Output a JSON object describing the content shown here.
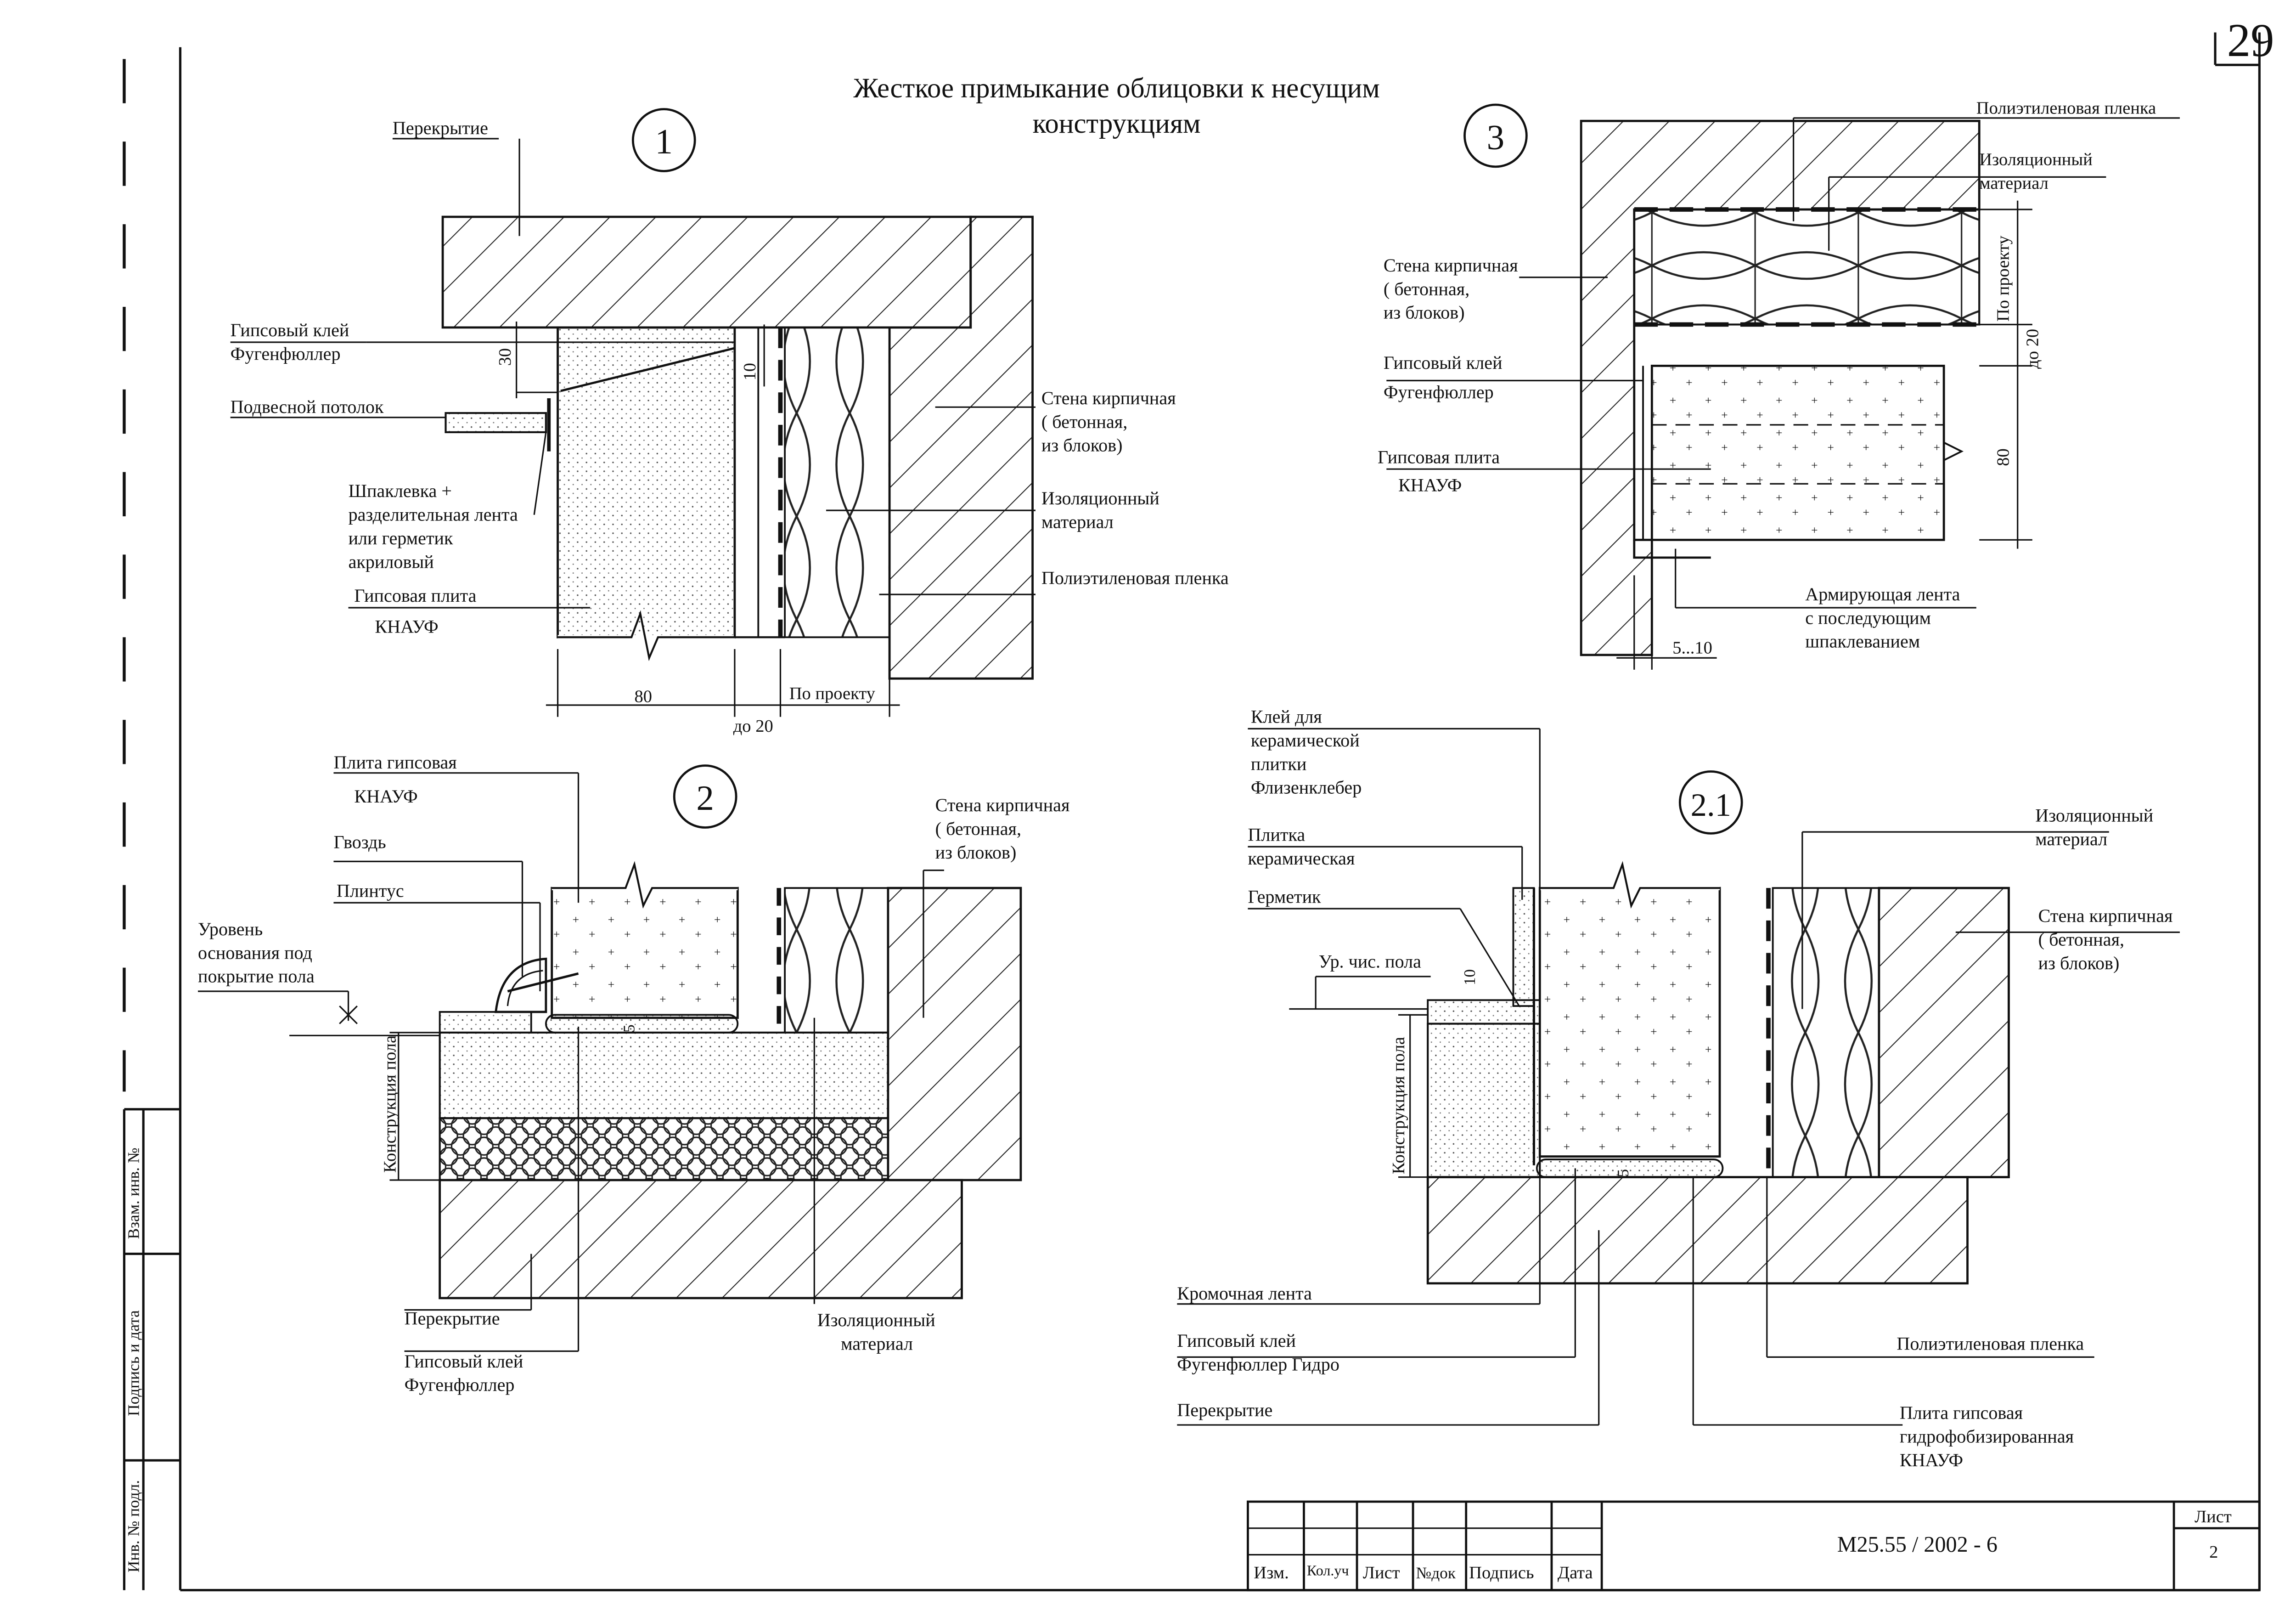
{
  "sheet_page": "29",
  "title": {
    "line1": "Жесткое примыкание облицовки к несущим",
    "line2": "конструкциям"
  },
  "details": {
    "d1": {
      "number": "1",
      "labels": {
        "perekrytie": "Перекрытие",
        "glue1": "Гипсовый клей",
        "glue2": "Фугенфюллер",
        "ceiling": "Подвесной потолок",
        "putty1": "Шпаклевка +",
        "putty2": "разделительная лента",
        "putty3": "или герметик",
        "putty4": "акриловый",
        "board1": "Гипсовая плита",
        "board2": "КНАУФ",
        "wall1": "Стена кирпичная",
        "wall2": "( бетонная,",
        "wall3": "из блоков)",
        "ins1": "Изоляционный",
        "ins2": "материал",
        "film": "Полиэтиленовая пленка"
      },
      "dims": {
        "d30": "30",
        "d10": "10",
        "d80": "80",
        "d20": "до 20",
        "proj": "По проекту"
      }
    },
    "d2": {
      "number": "2",
      "labels": {
        "plate1": "Плита гипсовая",
        "plate2": "КНАУФ",
        "nail": "Гвоздь",
        "plinth": "Плинтус",
        "level1": "Уровень",
        "level2": "основания под",
        "level3": "покрытие пола",
        "floor": "Конструкция пола",
        "wall1": "Стена кирпичная",
        "wall2": "( бетонная,",
        "wall3": "из блоков)",
        "slab": "Перекрытие",
        "glue1": "Гипсовый клей",
        "glue2": "Фугенфюллер",
        "ins1": "Изоляционный",
        "ins2": "материал"
      },
      "dims": {
        "d5": "5"
      }
    },
    "d3": {
      "number": "3",
      "labels": {
        "film": "Полиэтиленовая пленка",
        "ins1": "Изоляционный",
        "ins2": "материал",
        "wall1": "Стена кирпичная",
        "wall2": "( бетонная,",
        "wall3": "из блоков)",
        "glue1": "Гипсовый клей",
        "glue2": "Фугенфюллер",
        "board1": "Гипсовая плита",
        "board2": "КНАУФ",
        "tape1": "Армирующая лента",
        "tape2": "с последующим",
        "tape3": "шпаклеванием"
      },
      "dims": {
        "proj": "По проекту",
        "d20": "до 20",
        "d80": "80",
        "d510": "5...10"
      }
    },
    "d21": {
      "number": "2.1",
      "labels": {
        "tileglue1": "Клей для",
        "tileglue2": "керамической",
        "tileglue3": "плитки",
        "tileglue4": "Флизенклебер",
        "tile1": "Плитка",
        "tile2": "керамическая",
        "sealant": "Герметик",
        "floorlevel": "Ур. чис. пола",
        "floor": "Конструкция пола",
        "ins1": "Изоляционный",
        "ins2": "материал",
        "wall1": "Стена кирпичная",
        "wall2": "( бетонная,",
        "wall3": "из блоков)",
        "edge": "Кромочная лента",
        "glue1": "Гипсовый клей",
        "glue2": "Фугенфюллер Гидро",
        "slab": "Перекрытие",
        "film": "Полиэтиленовая пленка",
        "plate1": "Плита гипсовая",
        "plate2": "гидрофобизированная",
        "plate3": "КНАУФ"
      },
      "dims": {
        "d10": "10",
        "d5": "5"
      }
    }
  },
  "side_stamp": {
    "s1": "Взам. инв. №",
    "s2": "Подпись и дата",
    "s3": "Инв. № подл."
  },
  "title_block": {
    "izm": "Изм.",
    "kol": "Кол.уч",
    "list": "Лист",
    "ndok": "№док",
    "podpis": "Подпись",
    "data": "Дата",
    "doc_code": "М25.55 / 2002 - 6",
    "sheet_label": "Лист",
    "sheet_no": "2"
  }
}
